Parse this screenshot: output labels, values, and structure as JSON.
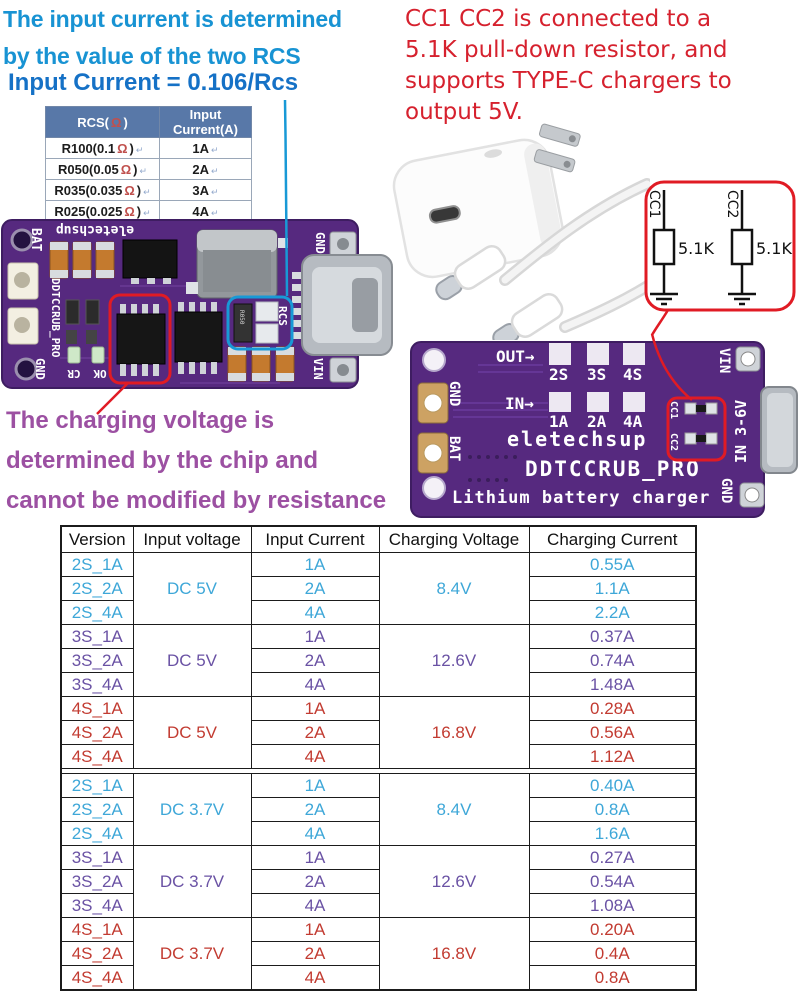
{
  "colors": {
    "heading_blue": "#1893D3",
    "formula_blue": "#1571C6",
    "note_red": "#D6212E",
    "note_purple": "#9C50A2",
    "highlight_red": "#E01B24",
    "highlight_blue": "#1899D6",
    "series_2s": "#3EA7D8",
    "series_3s": "#6A52A4",
    "series_4s": "#C23B31",
    "rcs_header_bg": "#5878A8",
    "ohm_red": "#C0504D",
    "pcb_purple": "#56297F"
  },
  "notes": {
    "input_current": {
      "line1": "The input current is determined",
      "line2": "by the value of the two RCS",
      "formula": "Input Current = 0.106/Rcs"
    },
    "cc_pulldown": {
      "line1": "CC1 CC2 is connected to a",
      "line2": "5.1K pull-down resistor, and",
      "line3": "supports TYPE-C chargers to",
      "line4": "output 5V."
    },
    "charging_voltage": {
      "line1": "The charging voltage is",
      "line2": "determined by the chip and",
      "line3": "cannot be modified by resistance"
    }
  },
  "rcs_table": {
    "ohm_symbol": "Ω",
    "return_mark": "↵",
    "header": {
      "col1_prefix": "RCS(",
      "col1_suffix": ")",
      "col2": "Input Current(A)"
    },
    "rows": [
      {
        "prefix": "R100(0.1",
        "suffix": ")",
        "current": "1A"
      },
      {
        "prefix": "R050(0.05",
        "suffix": ")",
        "current": "2A"
      },
      {
        "prefix": "R035(0.035",
        "suffix": ")",
        "current": "3A"
      },
      {
        "prefix": "R025(0.025",
        "suffix": ")",
        "current": "4A"
      }
    ]
  },
  "circuit": {
    "cc1": "CC1",
    "cc2": "CC2",
    "r1_value": "5.1K",
    "r2_value": "5.1K"
  },
  "pcb_front": {
    "brand": "eletechsup",
    "bat": "BAT",
    "gnd_left": "GND",
    "model": "DDTCCRUB_PRO",
    "cr": "CR",
    "ok": "OK",
    "rcs": "RCS",
    "rcs_resistor_marking": "R050",
    "gnd_right": "GND",
    "vin": "VIN"
  },
  "pcb_back": {
    "out_label": "OUT→",
    "in_label": "IN→",
    "cell_options": [
      "2S",
      "3S",
      "4S"
    ],
    "current_options": [
      "1A",
      "2A",
      "4A"
    ],
    "brand": "eletechsup",
    "model": "DDTCCRUB_PRO",
    "product": "Lithium battery charger",
    "vin": "VIN",
    "input_range": "IN 3-6V",
    "gnd_right": "GND",
    "gnd_left": "GND",
    "bat": "BAT",
    "cc1": "CC1",
    "cc2": "CC2"
  },
  "spec_table": {
    "headers": [
      "Version",
      "Input voltage",
      "Input Current",
      "Charging Voltage",
      "Charging Current"
    ],
    "groups": [
      {
        "series": "2S",
        "input_voltage": "DC 5V",
        "charging_voltage": "8.4V",
        "rows": [
          [
            "2S_1A",
            "1A",
            "0.55A"
          ],
          [
            "2S_2A",
            "2A",
            "1.1A"
          ],
          [
            "2S_4A",
            "4A",
            "2.2A"
          ]
        ]
      },
      {
        "series": "3S",
        "input_voltage": "DC 5V",
        "charging_voltage": "12.6V",
        "rows": [
          [
            "3S_1A",
            "1A",
            "0.37A"
          ],
          [
            "3S_2A",
            "2A",
            "0.74A"
          ],
          [
            "3S_4A",
            "4A",
            "1.48A"
          ]
        ]
      },
      {
        "series": "4S",
        "input_voltage": "DC 5V",
        "charging_voltage": "16.8V",
        "rows": [
          [
            "4S_1A",
            "1A",
            "0.28A"
          ],
          [
            "4S_2A",
            "2A",
            "0.56A"
          ],
          [
            "4S_4A",
            "4A",
            "1.12A"
          ]
        ]
      },
      {
        "series": "2S",
        "input_voltage": "DC 3.7V",
        "charging_voltage": "8.4V",
        "rows": [
          [
            "2S_1A",
            "1A",
            "0.40A"
          ],
          [
            "2S_2A",
            "2A",
            "0.8A"
          ],
          [
            "2S_4A",
            "4A",
            "1.6A"
          ]
        ]
      },
      {
        "series": "3S",
        "input_voltage": "DC 3.7V",
        "charging_voltage": "12.6V",
        "rows": [
          [
            "3S_1A",
            "1A",
            "0.27A"
          ],
          [
            "3S_2A",
            "2A",
            "0.54A"
          ],
          [
            "3S_4A",
            "4A",
            "1.08A"
          ]
        ]
      },
      {
        "series": "4S",
        "input_voltage": "DC 3.7V",
        "charging_voltage": "16.8V",
        "rows": [
          [
            "4S_1A",
            "1A",
            "0.20A"
          ],
          [
            "4S_2A",
            "2A",
            "0.4A"
          ],
          [
            "4S_4A",
            "4A",
            "0.8A"
          ]
        ]
      }
    ]
  }
}
